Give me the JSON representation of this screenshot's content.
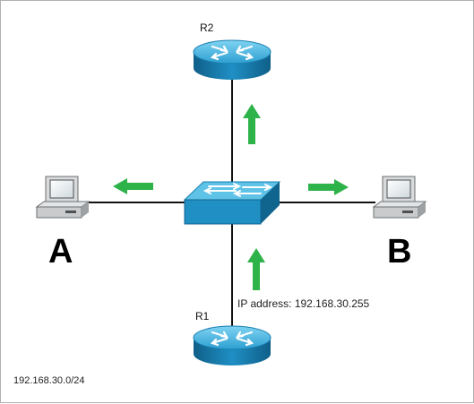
{
  "diagram": {
    "devices": {
      "r2": {
        "label": "R2",
        "type": "router"
      },
      "r1": {
        "label": "R1",
        "type": "router"
      },
      "switch": {
        "type": "switch"
      },
      "host_a": {
        "label": "A",
        "type": "workstation"
      },
      "host_b": {
        "label": "B",
        "type": "workstation"
      }
    },
    "links": [
      {
        "from": "switch",
        "to": "r2"
      },
      {
        "from": "switch",
        "to": "r1"
      },
      {
        "from": "switch",
        "to": "host_a"
      },
      {
        "from": "switch",
        "to": "host_b"
      }
    ],
    "packet_annotation": "IP address: 192.168.30.255",
    "network_label": "192.168.30.0/24",
    "arrows": [
      {
        "name": "arrow-r1-to-switch",
        "direction": "up"
      },
      {
        "name": "arrow-switch-to-r2",
        "direction": "up"
      },
      {
        "name": "arrow-switch-to-a",
        "direction": "left"
      },
      {
        "name": "arrow-switch-to-b",
        "direction": "right"
      }
    ],
    "colors": {
      "device_blue": "#1f8fc4",
      "device_blue_light": "#5fc3e8",
      "device_blue_dark": "#10658f",
      "arrow_green": "#2eb24a",
      "link": "#111111"
    }
  }
}
